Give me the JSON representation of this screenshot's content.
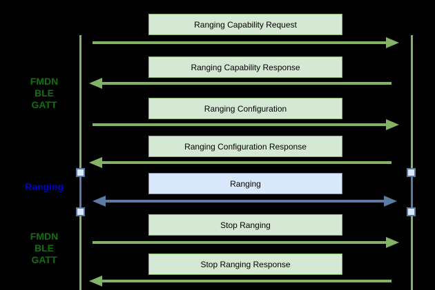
{
  "diagram": {
    "type_hint": "sequence flow between two lifelines",
    "colors": {
      "background": "#000000",
      "green_box_fill": "#d5e8d4",
      "green_stroke": "#82b366",
      "blue_box_fill": "#dae8fc",
      "blue_box_stroke": "#6c8ebf",
      "blue_arrow_stroke": "#5b7ba3",
      "green_label_text": "#146e14",
      "blue_label_text": "#0000d2",
      "box_text": "#000000"
    }
  },
  "side_labels": [
    {
      "id": "fmdn-ble-gatt-top",
      "lines": [
        "FMDN",
        "BLE",
        "GATT"
      ]
    },
    {
      "id": "ranging-phase",
      "lines": [
        "Ranging"
      ]
    },
    {
      "id": "fmdn-ble-gatt-bottom",
      "lines": [
        "FMDN",
        "BLE",
        "GATT"
      ]
    }
  ],
  "messages": [
    {
      "label": "Ranging Capability Request",
      "direction": "right",
      "channel": "green"
    },
    {
      "label": "Ranging Capability Response",
      "direction": "left",
      "channel": "green"
    },
    {
      "label": "Ranging Configuration",
      "direction": "right",
      "channel": "green"
    },
    {
      "label": "Ranging Configuration Response",
      "direction": "left",
      "channel": "green"
    },
    {
      "label": "Ranging",
      "direction": "both",
      "channel": "blue"
    },
    {
      "label": "Stop Ranging",
      "direction": "right",
      "channel": "green"
    },
    {
      "label": "Stop Ranging Response",
      "direction": "left",
      "channel": "green"
    }
  ]
}
